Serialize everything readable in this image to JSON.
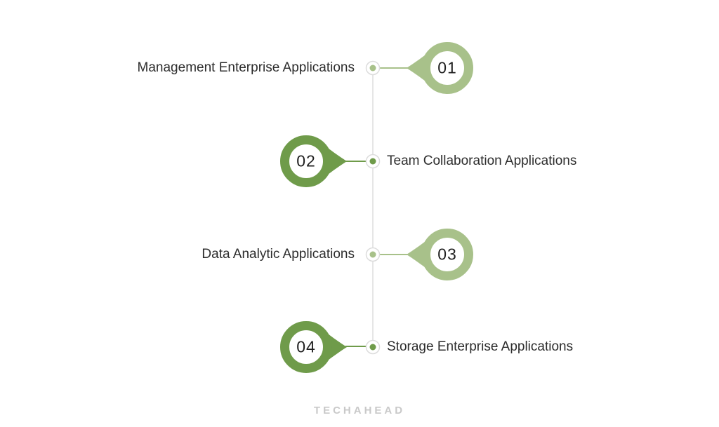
{
  "page": {
    "background": "#ffffff",
    "line_color": "#e6e6e6",
    "node_border_color": "#dcdcdc",
    "text_color": "#2d2d2d",
    "accent_light_green": "#a8c18a",
    "accent_dark_green": "#6f9b4a"
  },
  "timeline": {
    "items": [
      {
        "number": "01",
        "label": "Management Enterprise Applications",
        "side": "right",
        "color": "#a8c18a"
      },
      {
        "number": "02",
        "label": "Team Collaboration Applications",
        "side": "left",
        "color": "#6f9b4a"
      },
      {
        "number": "03",
        "label": "Data Analytic Applications",
        "side": "right",
        "color": "#a8c18a"
      },
      {
        "number": "04",
        "label": "Storage Enterprise Applications",
        "side": "left",
        "color": "#6f9b4a"
      }
    ]
  },
  "footer": {
    "brand": "TECHAHEAD",
    "brand_color": "#c9c9c9"
  }
}
